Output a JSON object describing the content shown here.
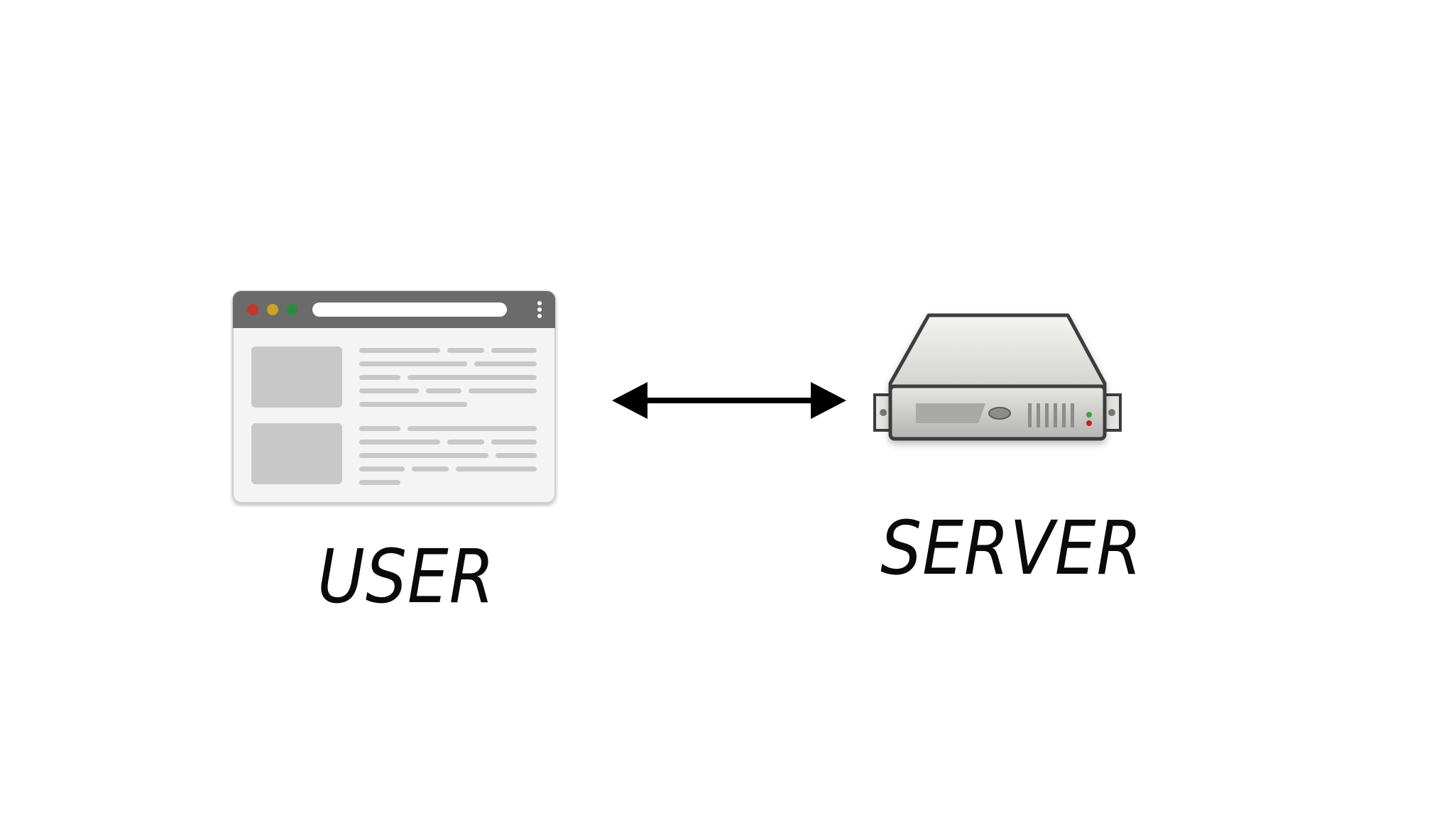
{
  "nodes": {
    "user": {
      "label": "USER",
      "icon": "browser-window-icon"
    },
    "server": {
      "label": "SERVER",
      "icon": "server-icon"
    }
  },
  "edge": {
    "type": "bidirectional-arrow",
    "from": "user",
    "to": "server"
  },
  "colors": {
    "background": "#ffffff",
    "text": "#0a0a0a",
    "arrow": "#000000",
    "browser_frame": "#6b6b6b",
    "browser_dot_red": "#c0392b",
    "browser_dot_yellow": "#c9a227",
    "browser_dot_green": "#2e8b3e",
    "placeholder_gray": "#c8c8c8",
    "server_body": "#d9dad6"
  }
}
